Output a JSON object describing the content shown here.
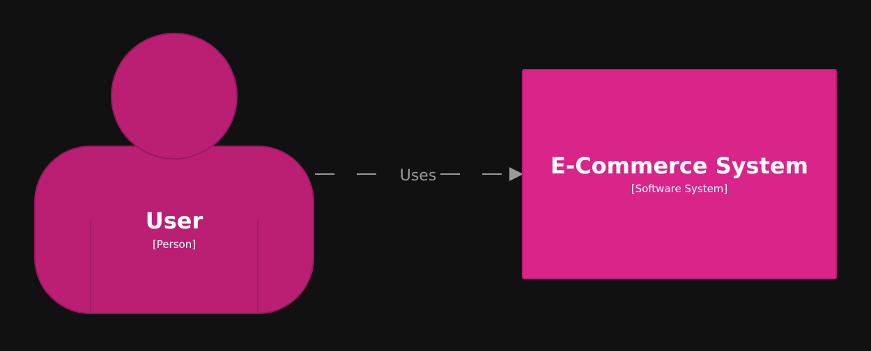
{
  "diagram": {
    "background": "#111111",
    "person": {
      "name": "User",
      "type": "[Person]",
      "fill": "#bb1f74",
      "stroke": "#9b1860"
    },
    "system": {
      "name": "E-Commerce System",
      "type": "[Software System]",
      "fill": "#d92489",
      "stroke": "#b81c72"
    },
    "relationship": {
      "label": "Uses",
      "color": "#9a9a9a"
    },
    "text_color": "#ffffff"
  }
}
